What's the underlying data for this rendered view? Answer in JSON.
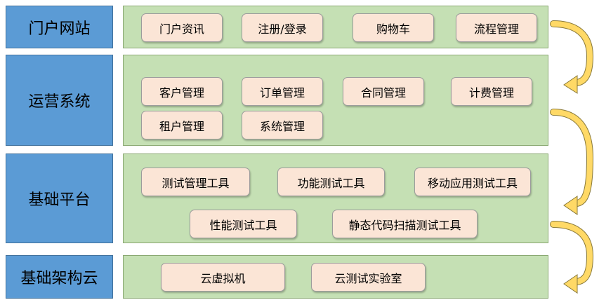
{
  "colors": {
    "layer_label_bg": "#5b9bd5",
    "panel_bg": "#c5e0b4",
    "module_bg": "#fbe5d6",
    "arrow_fill": "#ffd966"
  },
  "layers": [
    {
      "label": "门户网站",
      "modules": [
        "门户资讯",
        "注册/登录",
        "购物车",
        "流程管理"
      ]
    },
    {
      "label": "运营系统",
      "modules": [
        "客户管理",
        "订单管理",
        "合同管理",
        "计费管理",
        "租户管理",
        "系统管理"
      ]
    },
    {
      "label": "基础平台",
      "modules": [
        "测试管理工具",
        "功能测试工具",
        "移动应用测试工具",
        "性能测试工具",
        "静态代码扫描测试工具"
      ]
    },
    {
      "label": "基础架构云",
      "modules": [
        "云虚拟机",
        "云测试实验室"
      ]
    }
  ],
  "flow_arrows": [
    {
      "from": "门户网站",
      "to": "运营系统"
    },
    {
      "from": "运营系统",
      "to": "基础平台"
    },
    {
      "from": "基础平台",
      "to": "基础架构云"
    }
  ]
}
